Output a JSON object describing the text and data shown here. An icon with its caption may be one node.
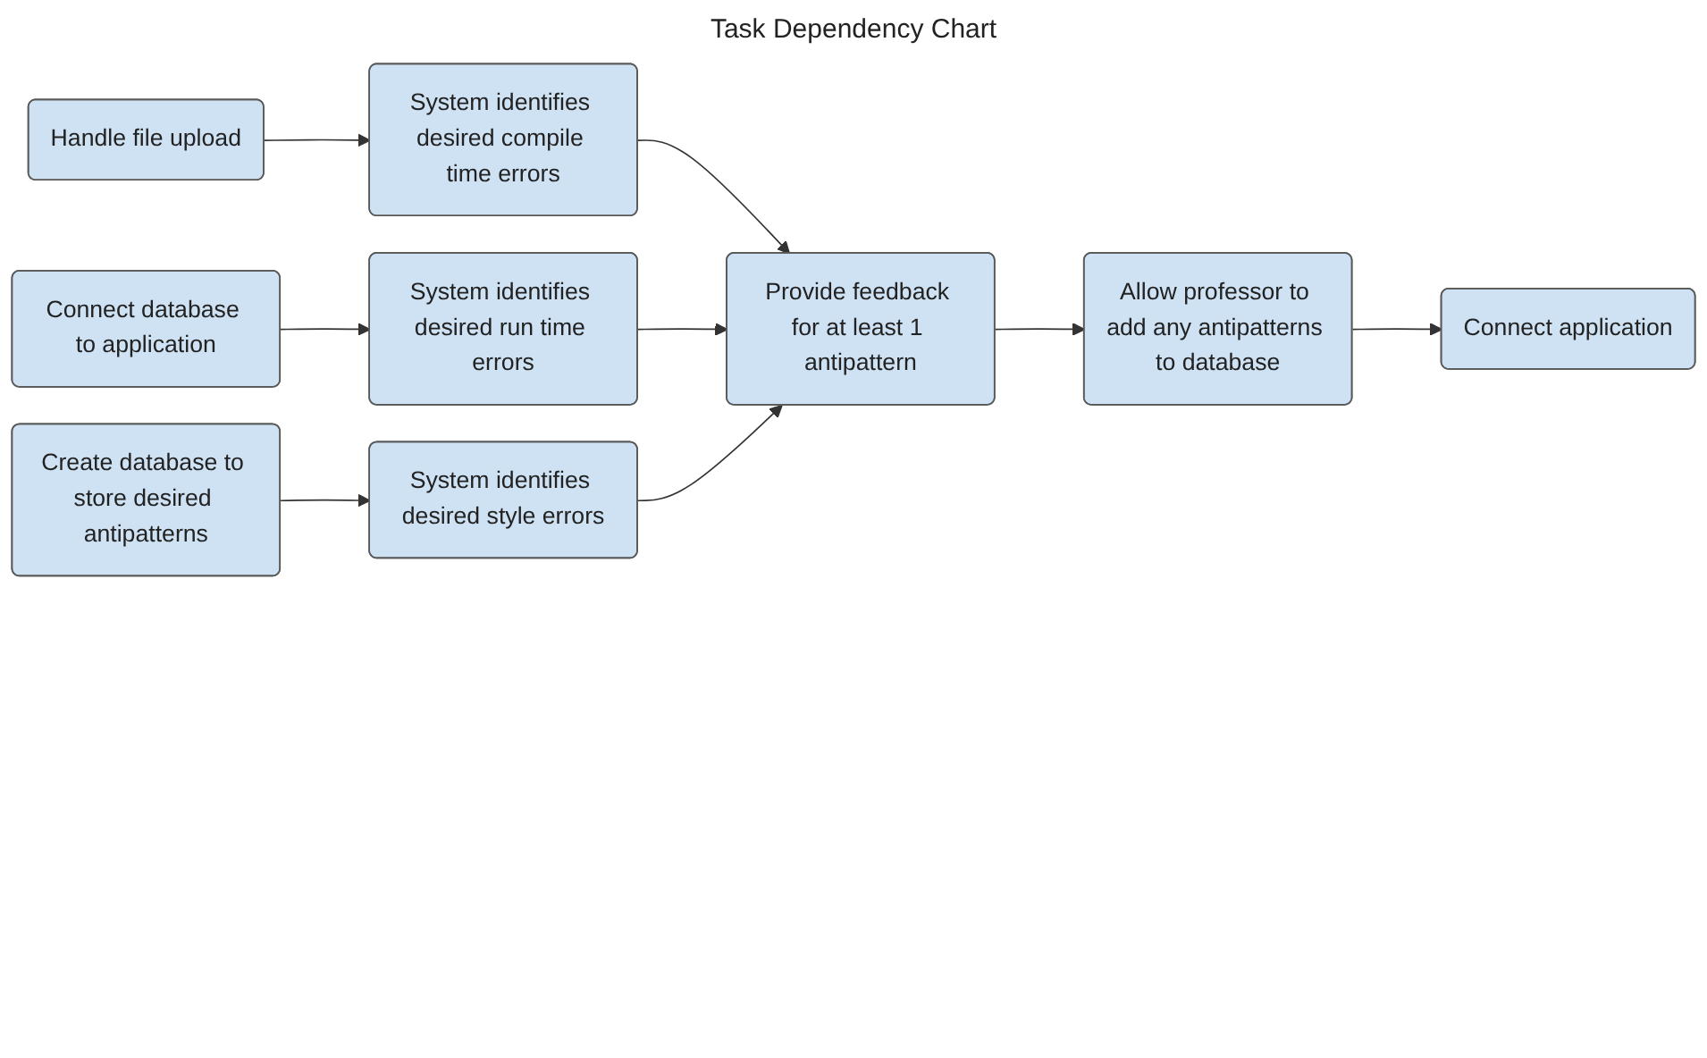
{
  "diagram": {
    "title": "Task Dependency Chart",
    "nodes": [
      {
        "text": [
          "Create database to store desired antipatterns"
        ]
      },
      {
        "text": [
          "Connect database to application"
        ]
      },
      {
        "text": [
          "Handle file upload"
        ]
      },
      {
        "text": [
          "System identifies desired compile time errors"
        ]
      },
      {
        "text": [
          "System identifies desired run time errors"
        ]
      },
      {
        "text": [
          "System identifies desired style errors"
        ]
      },
      {
        "text": [
          "Provide feedback for at least 1 antipattern"
        ]
      },
      {
        "text": [
          "Allow professor to add any antipatterns to database"
        ]
      },
      {
        "text": [
          "Connect application"
        ]
      }
    ],
    "edges": [
      {
        "from": 0,
        "to": 5,
        "arrow": "to"
      },
      {
        "from": 1,
        "to": 4,
        "arrow": "to"
      },
      {
        "from": 2,
        "to": 3,
        "arrow": "to"
      },
      {
        "from": 3,
        "to": 6,
        "arrow": "to"
      },
      {
        "from": 4,
        "to": 6,
        "arrow": "to"
      },
      {
        "from": 5,
        "to": 6,
        "arrow": "to"
      },
      {
        "from": 6,
        "to": 7,
        "arrow": "to"
      },
      {
        "from": 7,
        "to": 8,
        "arrow": "to"
      }
    ]
  }
}
